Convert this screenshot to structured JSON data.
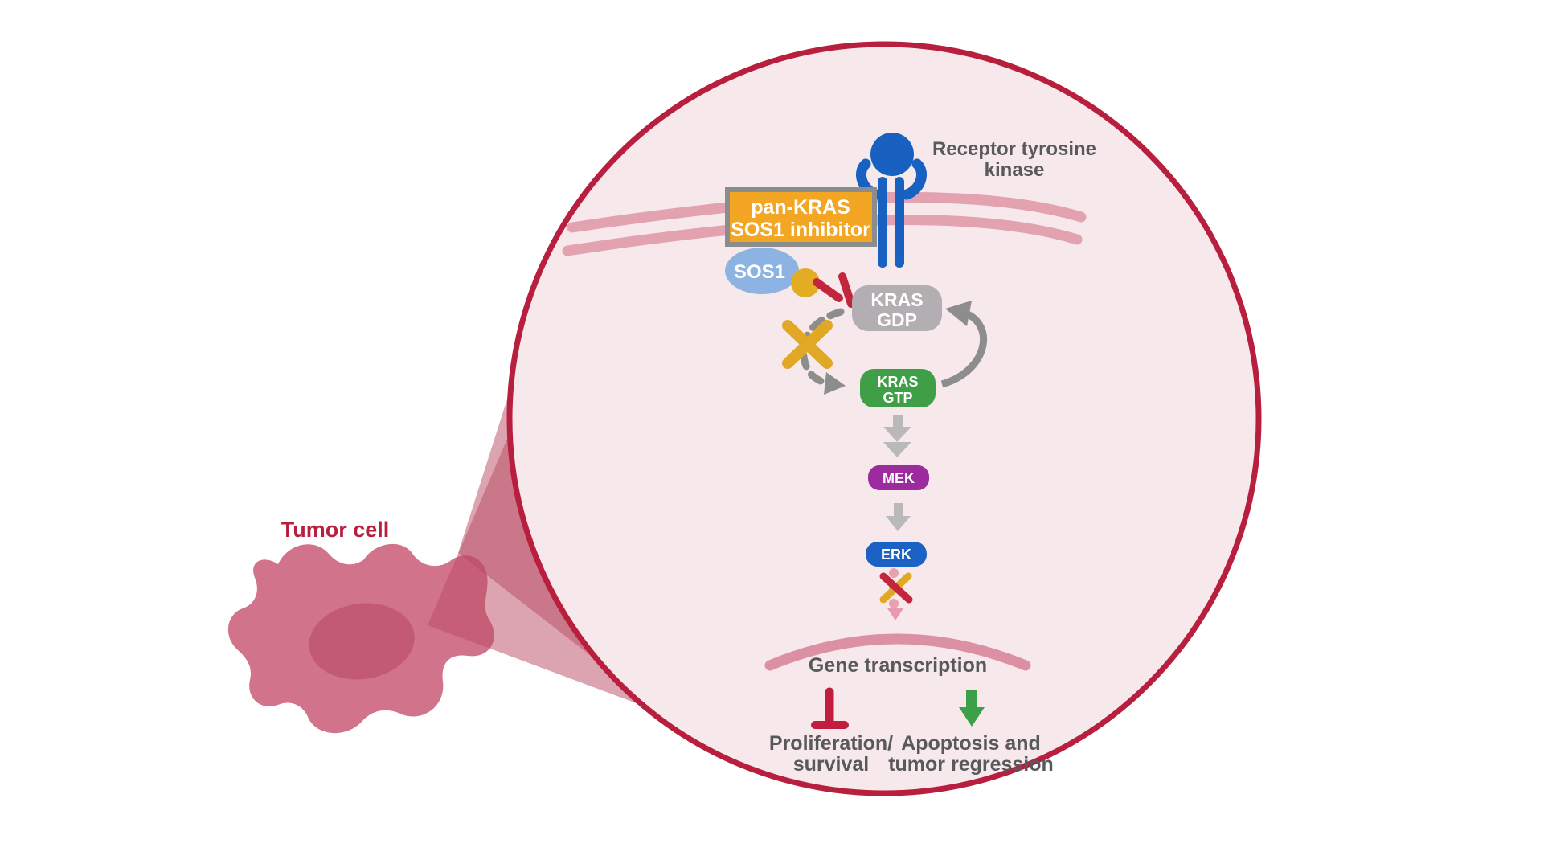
{
  "diagram": {
    "type": "signaling-pathway-illustration",
    "background_color": "#ffffff",
    "tumor_cell": {
      "label": "Tumor cell",
      "body_color": "#d2738c",
      "nucleus_color": "#c25a76",
      "label_color": "#b81f3e"
    },
    "magnifier": {
      "circle_border_color": "#b81f3e",
      "circle_fill_color": "#f7e8ec",
      "wedge_color": "rgba(186,73,100,0.5)"
    },
    "membrane": {
      "color": "#e2a2b0"
    },
    "receptor": {
      "label_line1": "Receptor tyrosine",
      "label_line2": "kinase",
      "color": "#1961c0"
    },
    "inhibitor_box": {
      "label_line1": "pan-KRAS",
      "label_line2": "SOS1 inhibitor",
      "fill": "#f2a624",
      "border": "#8a8c8e"
    },
    "sos1": {
      "label": "SOS1",
      "fill": "#8db3e2",
      "ligand_color": "#e3ac25"
    },
    "kras_gdp": {
      "label_line1": "KRAS",
      "label_line2": "GDP",
      "fill": "#b3aeb1"
    },
    "kras_gtp": {
      "label_line1": "KRAS",
      "label_line2": "GTP",
      "fill": "#3f9f47"
    },
    "mek": {
      "label": "MEK",
      "fill": "#9c2b9e"
    },
    "erk": {
      "label": "ERK",
      "fill": "#1b62c4"
    },
    "gene_transcription": {
      "label": "Gene transcription"
    },
    "outcome_inhibited": {
      "label_line1": "Proliferation/",
      "label_line2": "survival",
      "symbol": "inhibition-bar",
      "symbol_color": "#c01d3f"
    },
    "outcome_promoted": {
      "label_line1": "Apoptosis and",
      "label_line2": "tumor regression",
      "symbol": "down-arrow",
      "symbol_color": "#3da048"
    },
    "annotation_colors": {
      "blocked_x_yellow": "#e1a826",
      "inhibition_red": "#c3253d",
      "cycle_arrow_gray": "#8d8d8d",
      "step_arrow_gray": "#b9b9b9",
      "text_gray": "#58595b",
      "dotted_pink": "#e7a2af"
    }
  }
}
